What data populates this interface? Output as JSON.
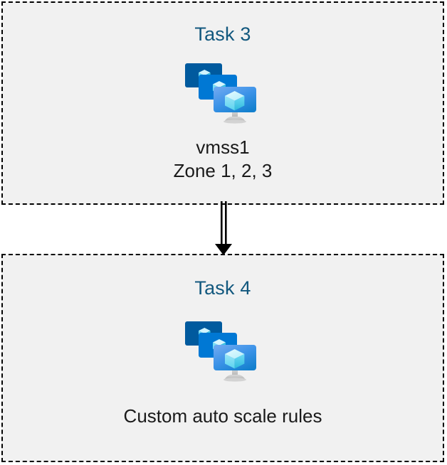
{
  "diagram": {
    "type": "flow",
    "background_color": "#FFFFFF",
    "box_fill_color": "#F1F1F1",
    "box_border_color": "#000000",
    "box_border_style": "dashed",
    "title_color": "#12587E",
    "caption_color": "#1A1A1A",
    "nodes": [
      {
        "id": "task3",
        "title": "Task 3",
        "icon": "azure-vm-scale-set-icon",
        "caption_lines": [
          "vmss1",
          "Zone 1, 2, 3"
        ]
      },
      {
        "id": "task4",
        "title": "Task 4",
        "icon": "azure-vm-scale-set-icon",
        "caption_lines": [
          "Custom auto scale rules"
        ]
      }
    ],
    "connector": {
      "name": "double-line-down-arrow",
      "from": "task3",
      "to": "task4",
      "color": "#000000",
      "style": "double-line",
      "direction": "down"
    },
    "icon_colors": {
      "screen_back": "#005A9E",
      "screen_middle": "#0078D4",
      "screen_front_top": "#5EA0EF",
      "screen_front_bottom": "#198AB3",
      "cube_light": "#C3F1FF",
      "cube_mid": "#50E6FF",
      "cube_dark": "#32BEDD",
      "stand": "#C8C8C8"
    }
  }
}
